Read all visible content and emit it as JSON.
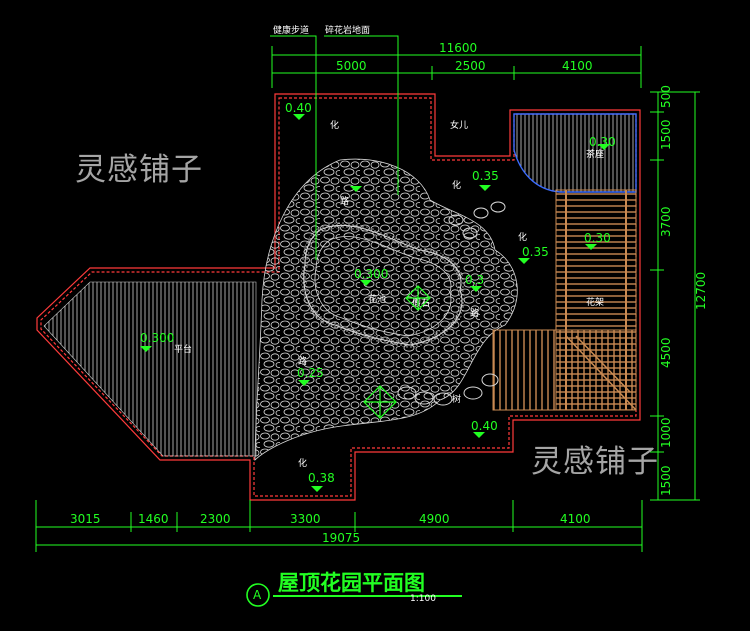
{
  "title": {
    "text": "屋顶花园平面图",
    "badge": "A",
    "scale": "1:100"
  },
  "watermark": "灵感铺子",
  "callouts": {
    "fitness_path": "健康步道",
    "gravel_paving": "碎花岩地面"
  },
  "top_dims": {
    "overall": "11600",
    "seg_a": "5000",
    "seg_b": "2500",
    "seg_c": "4100"
  },
  "bottom_dims": {
    "overall": "19075",
    "seg_1": "3015",
    "seg_2": "1460",
    "seg_3": "2300",
    "seg_4": "3300",
    "seg_5": "4900",
    "seg_6": "4100"
  },
  "right_dims": {
    "overall": "12700",
    "seg_1": "500",
    "seg_2": "1500",
    "seg_3": "3700",
    "seg_4": "4500",
    "seg_5": "1000",
    "seg_6": "1500"
  },
  "elevations": {
    "top_left": "0.40",
    "right_corner": "0.30",
    "central_upper": "0.35",
    "mid_right": "0.35",
    "pond": "0.300",
    "pergola": "0.30",
    "mid": "0.3",
    "deck": "0.300",
    "lower_left": "0.25",
    "lower_right": "0.40",
    "bottom": "0.38"
  },
  "labels": {
    "flower_1": "化",
    "flower_2": "化",
    "flower_3": "化",
    "flower_4": "化",
    "figure": "女儿",
    "tea": "茶座",
    "pond": "花池",
    "pergola": "花架",
    "deck": "平台",
    "path_1": "路",
    "path_2": "路",
    "path_3": "路",
    "rockery": "假石",
    "tree": "树"
  },
  "colors": {
    "background": "#000000",
    "annotation": "#22ff22",
    "wall": "#ff3b3b",
    "water_edge": "#3b6cff",
    "timber": "#c98a52"
  }
}
